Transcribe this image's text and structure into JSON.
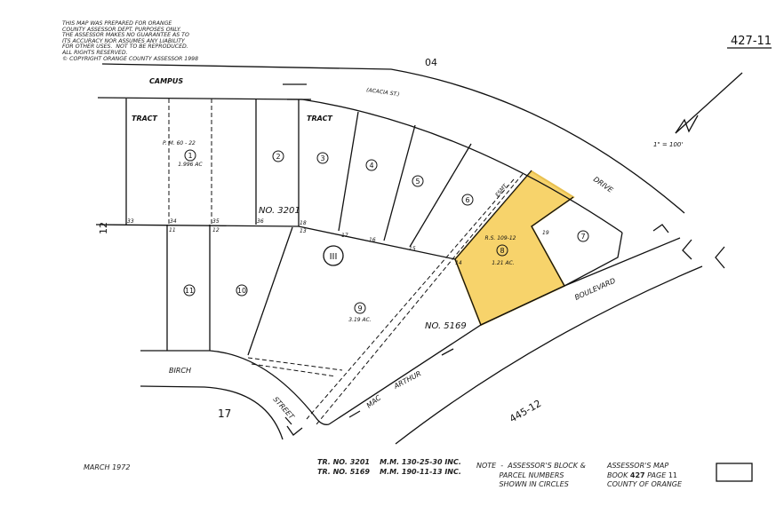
{
  "disclaimer": [
    "THIS MAP WAS PREPARED FOR ORANGE",
    "COUNTY ASSESSOR DEPT. PURPOSES ONLY.",
    "THE ASSESSOR MAKES NO GUARANTEE AS TO",
    "ITS ACCURACY NOR ASSUMES ANY LIABILITY",
    "FOR OTHER USES.  NOT TO BE REPRODUCED.",
    "ALL RIGHTS RESERVED.",
    "© COPYRIGHT ORANGE COUNTY ASSESSOR 1998"
  ],
  "map_number": "427-11",
  "scale": "1\" = 100'",
  "highlight_color": "#f7d36b",
  "streets": {
    "campus": "CAMPUS",
    "acacia": "(ACACIA ST.)",
    "drive": "DRIVE",
    "boulevard": "BOULEVARD",
    "birch": "BIRCH",
    "street": "STREET",
    "mac": "MAC",
    "arthur": "ARTHUR"
  },
  "tracts": {
    "tract": "TRACT",
    "tract2": "TRACT",
    "pm": "P.    M.    60  -  22",
    "no3201": "NO. 3201",
    "no5169": "NO. 5169"
  },
  "blocks": {
    "top": "04",
    "left": "12",
    "bottom_left": "17",
    "bottom_right": "445-12",
    "block": "III"
  },
  "parcels": [
    {
      "num": "1",
      "area": "1.996 AC"
    },
    {
      "num": "2"
    },
    {
      "num": "3"
    },
    {
      "num": "4"
    },
    {
      "num": "5"
    },
    {
      "num": "6"
    },
    {
      "num": "7"
    },
    {
      "num": "8",
      "area": "1.21 AC.",
      "note": "R.S. 109-12",
      "highlighted": true
    },
    {
      "num": "9",
      "area": "3.19 AC."
    },
    {
      "num": "10"
    },
    {
      "num": "11"
    }
  ],
  "lot_numbers": [
    "33",
    "34",
    "35",
    "36",
    "18",
    "13",
    "17",
    "16",
    "15",
    "14",
    "19",
    "11",
    "12"
  ],
  "esmt": "ESMT.",
  "date": "MARCH 1972",
  "tract_refs": [
    {
      "tract": "TR. NO. 3201",
      "ref": "M.M. 130-25-30 INC."
    },
    {
      "tract": "TR. NO. 5169",
      "ref": "M.M. 190-11-13 INC."
    }
  ],
  "note": [
    "NOTE  -  ASSESSOR'S BLOCK &",
    "PARCEL NUMBERS",
    "SHOWN IN CIRCLES"
  ],
  "assessor": {
    "line1": "ASSESSOR'S MAP",
    "book_label": "BOOK",
    "book": "427",
    "page_label": "PAGE",
    "page": "11",
    "county": "COUNTY OF ORANGE"
  }
}
